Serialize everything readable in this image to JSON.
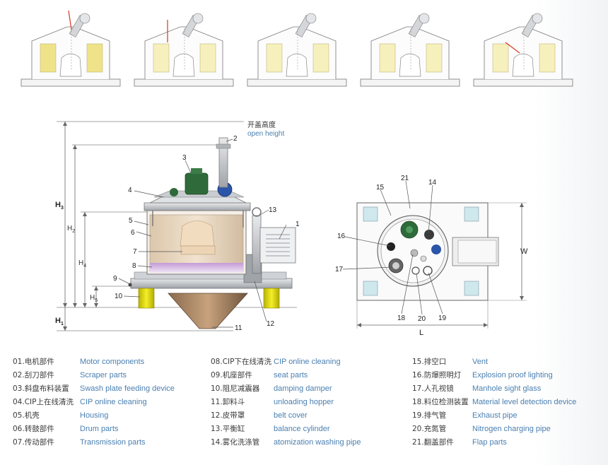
{
  "open_height": {
    "cn": "开盖高度",
    "en": "open height"
  },
  "dims": {
    "H3": "H",
    "H3_sub": "3",
    "H2": "H",
    "H2_sub": "2",
    "H4": "H",
    "H4_sub": "4",
    "H5": "H",
    "H5_sub": "5",
    "H1": "H",
    "H1_sub": "1",
    "W": "W",
    "L": "L"
  },
  "side_callouts": [
    "1",
    "2",
    "3",
    "4",
    "5",
    "6",
    "7",
    "8",
    "9",
    "10",
    "11",
    "12",
    "13"
  ],
  "top_callouts": [
    "14",
    "15",
    "16",
    "17",
    "18",
    "19",
    "20",
    "21"
  ],
  "legend": {
    "col1": [
      {
        "cn": "01.电机部件",
        "en": "Motor components"
      },
      {
        "cn": "02.刮刀部件",
        "en": "Scraper parts"
      },
      {
        "cn": "03.斜盘布料装置",
        "en": "Swash plate feeding device"
      },
      {
        "cn": "04.CIP上在线清洗",
        "en": " CIP online cleaning"
      },
      {
        "cn": "05.机壳",
        "en": "Housing"
      },
      {
        "cn": "06.转鼓部件",
        "en": " Drum parts"
      },
      {
        "cn": "07.传动部件",
        "en": "Transmission parts"
      }
    ],
    "col2": [
      {
        "cn": "08.CIP下在线清洗",
        "en": "CIP online cleaning"
      },
      {
        "cn": "09.机座部件",
        "en": "seat parts"
      },
      {
        "cn": "10.阻尼减震器",
        "en": "damping damper"
      },
      {
        "cn": "11.卸料斗",
        "en": "unloading hopper"
      },
      {
        "cn": "12.皮带罩",
        "en": "belt cover"
      },
      {
        "cn": "13.平衡缸",
        "en": "balance cylinder"
      },
      {
        "cn": "14.雾化洗涤管",
        "en": "atomization washing pipe"
      }
    ],
    "col3": [
      {
        "cn": "15.排空口",
        "en": "Vent"
      },
      {
        "cn": "16.防爆照明灯",
        "en": "Explosion proof lighting"
      },
      {
        "cn": "17.人孔视镜",
        "en": "Manhole sight glass"
      },
      {
        "cn": "18.料位检测装置",
        "en": "Material level detection device"
      },
      {
        "cn": "19.排气管",
        "en": "Exhaust pipe"
      },
      {
        "cn": "20.充氮管",
        "en": "Nitrogen charging pipe"
      },
      {
        "cn": "21.翻盖部件",
        "en": "Flap parts"
      }
    ]
  }
}
